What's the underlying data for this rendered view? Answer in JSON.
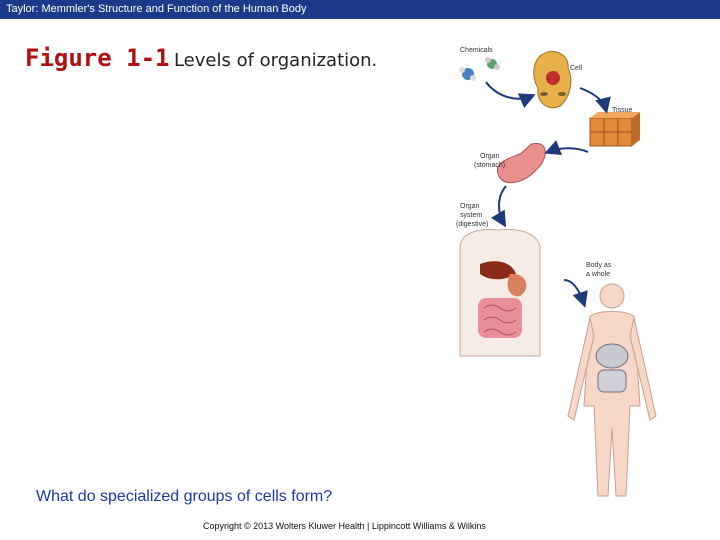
{
  "header": {
    "title": "Taylor: Memmler's Structure and Function of the Human Body"
  },
  "figure": {
    "number": "Figure 1-1",
    "caption": "Levels of organization.",
    "labels": {
      "chemicals": "Chemicals",
      "cell": "Cell",
      "tissue": "Tissue",
      "organ_1": "Organ",
      "organ_2": "(stomach)",
      "system_1": "Organ",
      "system_2": "system",
      "system_3": "(digestive)",
      "body_1": "Body as",
      "body_2": "a whole"
    }
  },
  "question": "What do specialized groups of cells form?",
  "footer": {
    "copyright": "Copyright © 2013 Wolters Kluwer Health | Lippincott Williams & Wilkins"
  },
  "colors": {
    "header_bg": "#1b3a8a",
    "figure_number": "#b01010",
    "question_text": "#1b3aa8",
    "arrow": "#1f3a7a"
  }
}
